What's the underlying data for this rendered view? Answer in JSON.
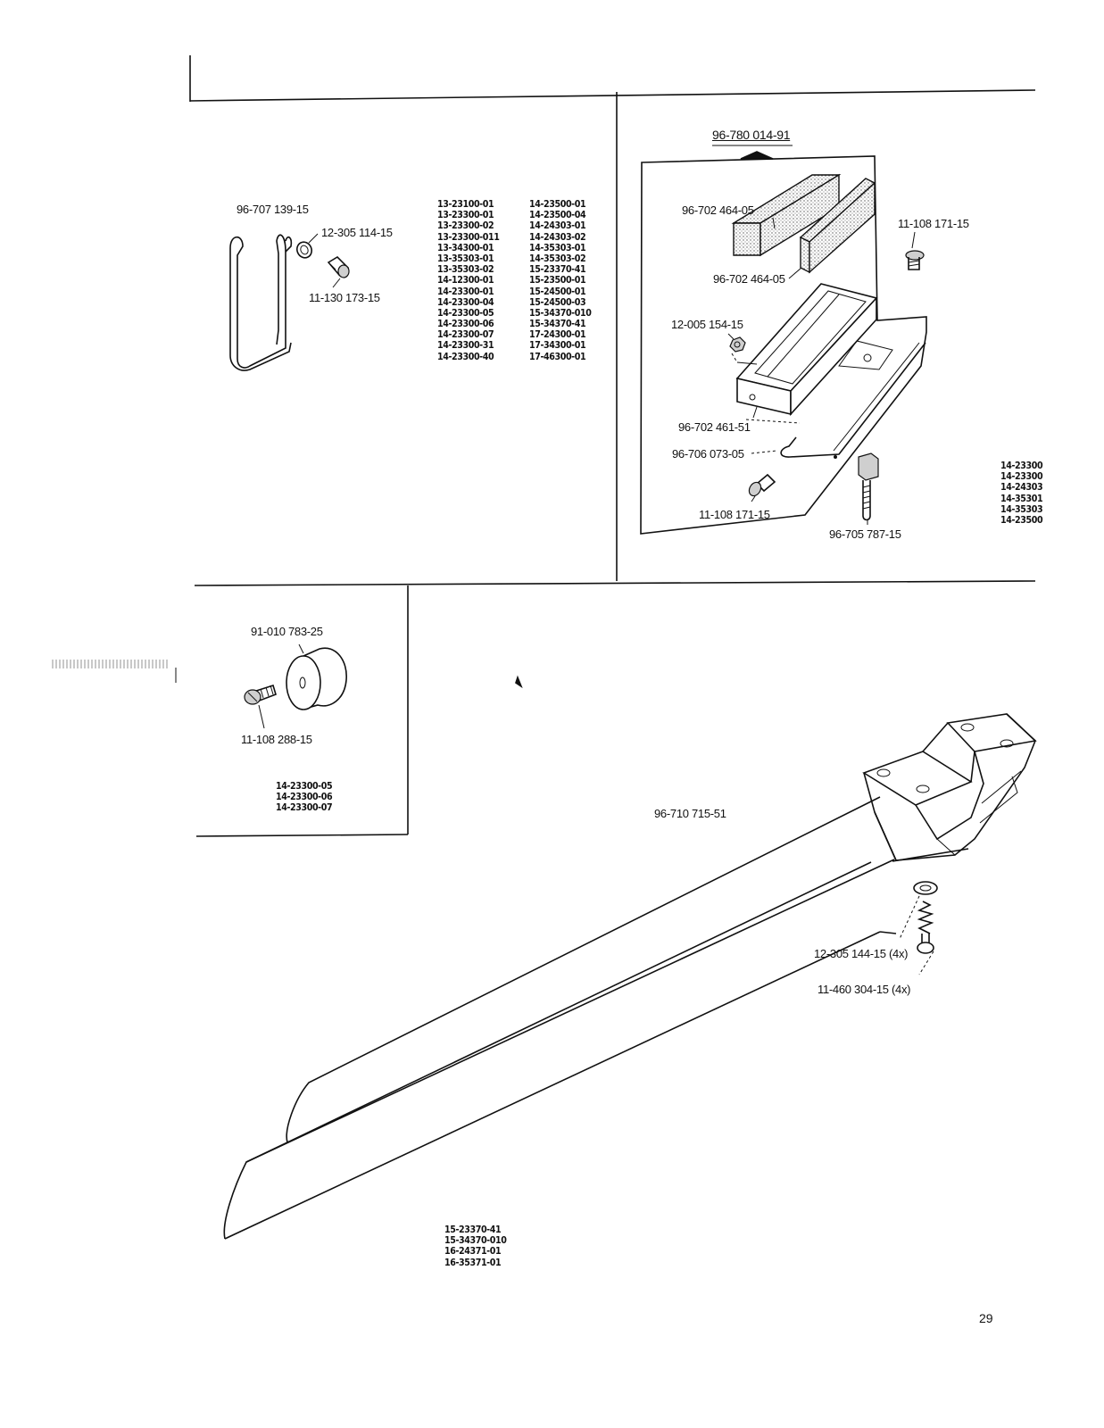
{
  "top_left": {
    "title": "96-707 139-15",
    "washer": "12-305 114-15",
    "screw": "11-130 173-15",
    "models_col1": [
      "13-23100-01",
      "13-23300-01",
      "13-23300-02",
      "13-23300-011",
      "13-34300-01",
      "13-35303-01",
      "13-35303-02",
      "14-12300-01",
      "14-23300-01",
      "14-23300-04",
      "14-23300-05",
      "14-23300-06",
      "14-23300-07",
      "14-23300-31",
      "14-23300-40"
    ],
    "models_col2": [
      "14-23500-01",
      "14-23500-04",
      "14-24303-01",
      "14-24303-02",
      "14-35303-01",
      "14-35303-02",
      "15-23370-41",
      "15-23500-01",
      "15-24500-01",
      "15-24500-03",
      "15-34370-010",
      "15-34370-41",
      "17-24300-01",
      "17-34300-01",
      "17-46300-01"
    ]
  },
  "top_right": {
    "assembly": "96-780 014-91",
    "felt_upper": "96-702 464-05",
    "felt_lower": "96-702 464-05",
    "screw_top": "11-108 171-15",
    "nut": "12-005 154-15",
    "tray": "96-702 461-51",
    "wire": "96-706 073-05",
    "screw_bottom": "11-108 171-15",
    "standoff": "96-705 787-15",
    "models": [
      "14-23300",
      "14-23300",
      "14-24303",
      "14-35301",
      "14-35303",
      "14-23500"
    ]
  },
  "mid_left": {
    "knob": "91-010 783-25",
    "screw": "11-108 288-15",
    "models": [
      "14-23300-05",
      "14-23300-06",
      "14-23300-07"
    ]
  },
  "bottom": {
    "rail": "96-710 715-51",
    "washer": "12-305 144-15 (4x)",
    "screw": "11-460 304-15 (4x)",
    "models": [
      "15-23370-41",
      "15-34370-010",
      "16-24371-01",
      "16-35371-01"
    ]
  },
  "page_number": "29"
}
